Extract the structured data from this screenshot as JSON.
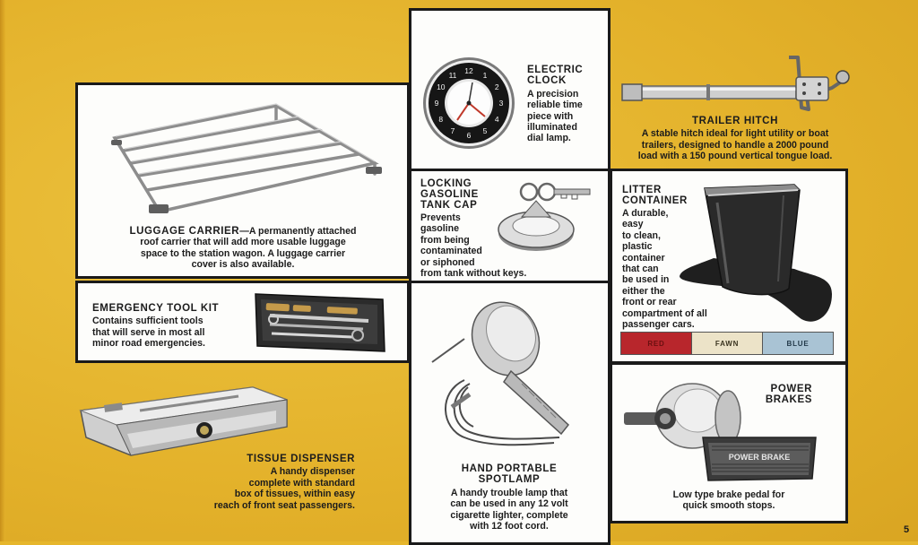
{
  "page_number": "5",
  "colors": {
    "background": "#e6b62c",
    "panel": "#fdfdfb",
    "border": "#1a1a1a"
  },
  "items": {
    "luggage_carrier": {
      "title": "LUGGAGE CARRIER",
      "line1_rest": "—A permanently attached",
      "line2": "roof carrier that will add more usable luggage",
      "line3": "space to the station wagon. A luggage carrier",
      "line4": "cover is also available."
    },
    "electric_clock": {
      "title_line1": "ELECTRIC",
      "title_line2": "CLOCK",
      "desc_lines": [
        "A precision",
        "reliable time",
        "piece with",
        "illuminated",
        "dial lamp."
      ],
      "dial_numbers": [
        "12",
        "1",
        "2",
        "3",
        "4",
        "5",
        "6",
        "7",
        "8",
        "9",
        "10",
        "11"
      ]
    },
    "trailer_hitch": {
      "title": "TRAILER HITCH",
      "desc_lines": [
        "A stable hitch ideal for light utility or boat",
        "trailers, designed to handle a 2000 pound",
        "load with a 150 pound vertical tongue load."
      ]
    },
    "gas_cap": {
      "title_lines": [
        "LOCKING",
        "GASOLINE",
        "TANK CAP"
      ],
      "desc_lines": [
        "Prevents",
        "gasoline",
        "from being",
        "contaminated",
        "or siphoned",
        "from tank without keys."
      ]
    },
    "litter_container": {
      "title_lines": [
        "LITTER",
        "CONTAINER"
      ],
      "desc_lines": [
        "A durable,",
        "easy",
        "to clean,",
        "plastic",
        "container",
        "that can",
        "be used in",
        "either the",
        "front or rear",
        "compartment of all",
        "passenger cars."
      ],
      "swatches": [
        {
          "label": "RED",
          "color": "#b8262c",
          "text_color": "#6a1010"
        },
        {
          "label": "FAWN",
          "color": "#ece3c8",
          "text_color": "#3a3420"
        },
        {
          "label": "BLUE",
          "color": "#a9c3d4",
          "text_color": "#233a4a"
        }
      ]
    },
    "tool_kit": {
      "title": "EMERGENCY TOOL KIT",
      "desc_lines": [
        "Contains sufficient tools",
        "that will serve in most all",
        "minor road emergencies."
      ]
    },
    "spotlamp": {
      "title_lines": [
        "HAND PORTABLE",
        "SPOTLAMP"
      ],
      "desc_lines": [
        "A handy trouble lamp that",
        "can be used in any 12 volt",
        "cigarette lighter, complete",
        "with 12 foot cord."
      ]
    },
    "power_brakes": {
      "title_lines": [
        "POWER",
        "BRAKES"
      ],
      "desc_lines": [
        "Low type brake pedal for",
        "quick smooth stops."
      ],
      "pedal_label": "POWER BRAKE"
    },
    "tissue_dispenser": {
      "title": "TISSUE DISPENSER",
      "desc_lines": [
        "A handy dispenser",
        "complete with standard",
        "box of tissues, within easy",
        "reach of front seat passengers."
      ]
    }
  }
}
